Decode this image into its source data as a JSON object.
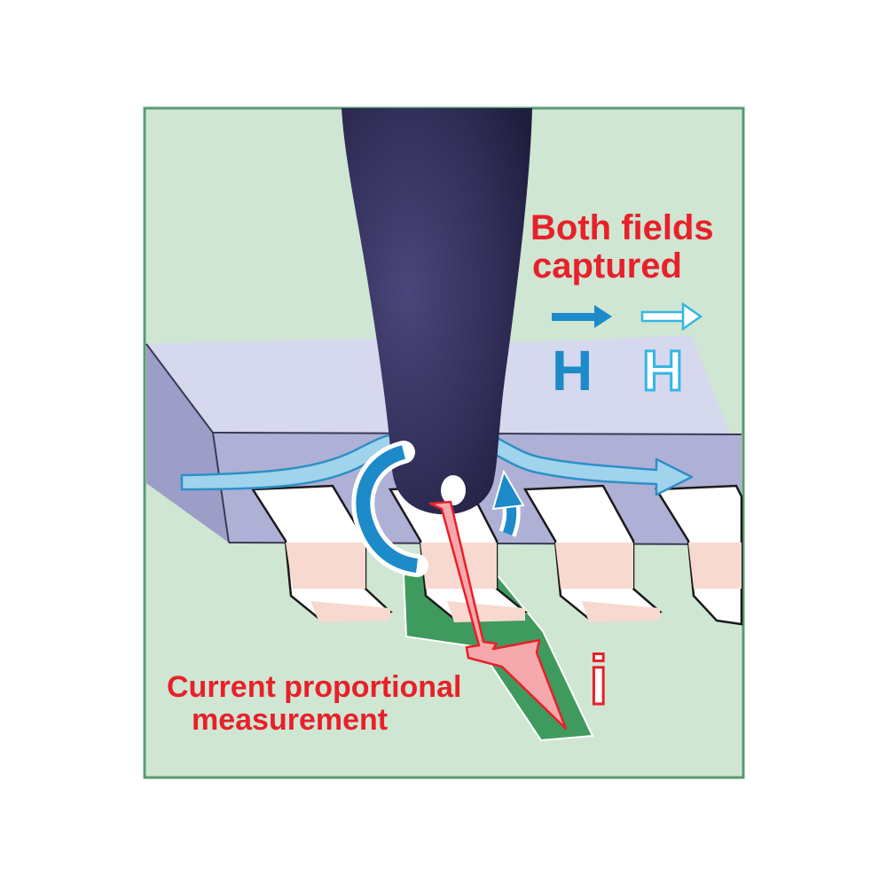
{
  "labels": {
    "fields_line1": "Both fields",
    "fields_line2": "captured",
    "current_line1": "Current proportional",
    "current_line2": "measurement",
    "h_electric": "H",
    "h_magnetic": "H",
    "current_symbol": "i"
  },
  "colors": {
    "background_panel": "#cfe6d3",
    "panel_border": "#5a9a72",
    "chip_body": "#aeb0d6",
    "probe": "#33305c",
    "label_red": "#e8202a",
    "h_dark_blue": "#1d8ac9",
    "h_light_blue": "#34b6e4",
    "current_arrow": "#f6a9ad",
    "trace_green": "#3f9a5e"
  }
}
